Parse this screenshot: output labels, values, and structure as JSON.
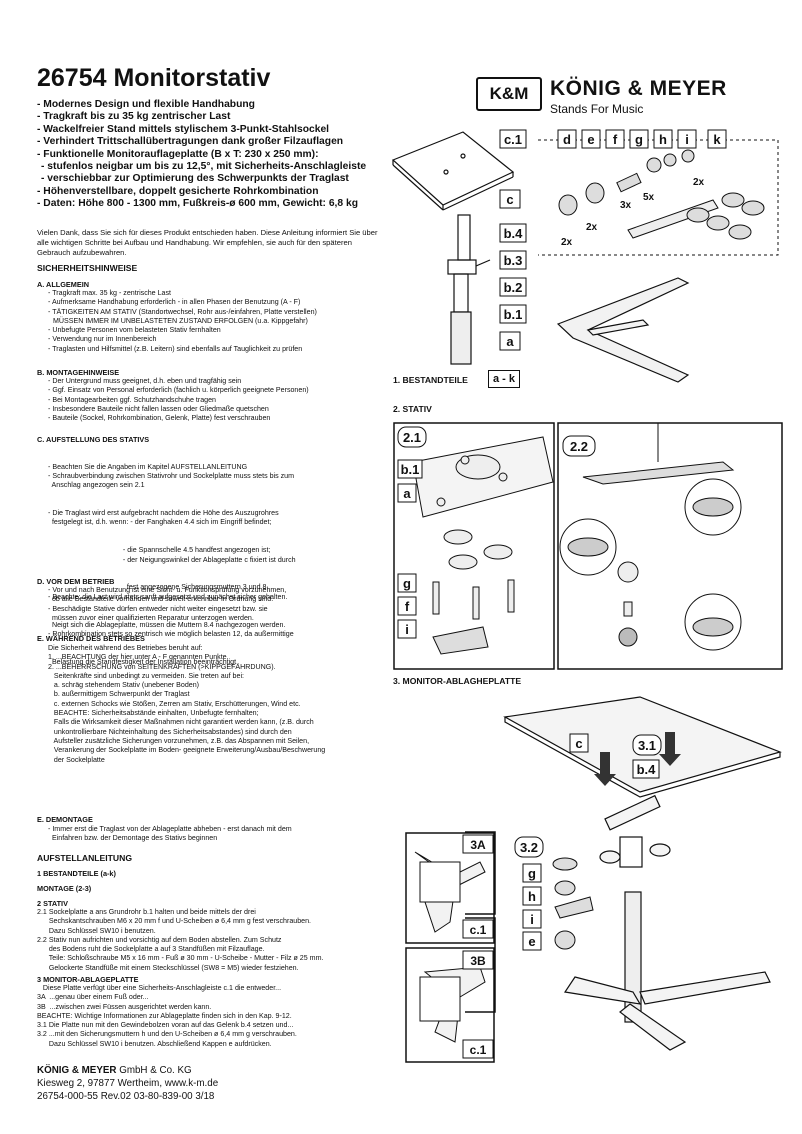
{
  "title": "26754 Monitorstativ",
  "brand": {
    "badge": "K&M",
    "name": "KÖNIG & MEYER",
    "tagline": "Stands For Music"
  },
  "features": [
    "- Modernes Design und flexible Handhabung",
    "- Tragkraft bis zu 35 kg zentrischer Last",
    "- Wackelfreier Stand mittels stylischem 3-Punkt-Stahlsockel",
    "- Verhindert Trittschallübertragungen dank großer Filzauflagen",
    "- Funktionelle Monitorauflageplatte (B x T: 230 x 250 mm):",
    "  - stufenlos neigbar um bis zu 12,5°, mit Sicherheits-Anschlagleiste",
    "  - verschiebbar zur Optimierung des Schwerpunkts der Traglast",
    "- Höhenverstellbare, doppelt gesicherte Rohrkombination",
    "- Daten: Höhe 800 - 1300 mm, Fußkreis-ø 600 mm, Gewicht: 6,8 kg"
  ],
  "intro": "Vielen Dank, dass Sie sich für dieses Produkt entschieden haben. Diese Anleitung informiert Sie über alle wichtigen Schritte bei Aufbau und Handhabung. Wir empfehlen, sie auch für den späteren Gebrauch aufzubewahren.",
  "safety": {
    "heading": "SICHERHEITSHINWEISE",
    "a_title": "A. ALLGEMEIN",
    "a_lines": [
      "- Tragkraft max. 35 kg - zentrische Last",
      "- Aufmerksame Handhabung erforderlich - in allen Phasen der Benutzung (A - F)",
      "- TÄTIGKEITEN AM STATIV (Standortwechsel, Rohr aus-/einfahren, Platte verstellen)",
      "  MÜSSEN IMMER IM UNBELASTETEN ZUSTAND ERFOLGEN (u.a. Kippgefahr)",
      "- Unbefugte Personen vom belasteten Stativ fernhalten",
      "- Verwendung nur im Innenbereich",
      "- Traglasten und Hilfsmittel (z.B. Leitern) sind ebenfalls auf Tauglichkeit zu prüfen"
    ],
    "b_title": "B. MONTAGEHINWEISE",
    "b_lines": [
      "- Der Untergrund muss geeignet, d.h. eben und tragfähig sein",
      "- Ggf. Einsatz von Personal erforderlich (fachlich u. körperlich geeignete Personen)",
      "- Bei Montagearbeiten ggf. Schutzhandschuhe tragen",
      "- Insbesondere Bauteile nicht fallen lassen oder Gliedmaße quetschen",
      "- Bauteile (Sockel, Rohrkombination, Gelenk, Platte) fest verschrauben"
    ],
    "c_title": "C. AUFSTELLUNG DES STATIVS",
    "c_lines": [
      "- Beachten Sie die Angaben im Kapitel AUFSTELLANLEITUNG",
      "- Schraubverbindung zwischen Stativrohr und Sockelplatte muss stets bis zum",
      "  Anschlag angezogen sein 2.1",
      "- Die Traglast wird erst aufgebracht nachdem die Höhe des Auszugrohres",
      "  festgelegt ist, d.h. wenn: - der Fanghaken 4.4 sich im Eingriff befindet;",
      "                                      - die Spannschelle 4.5 handfest angezogen ist;",
      "                                      - der Neigungswinkel der Ablageplatte c fixiert ist durch",
      "                                        fest angezogene Sicherungsmuttern 3 und 8",
      "- Beachte: die Last wird stets sanft aufgesetzt und zunächst sicher gehalten.",
      "  Neigt sich die Ablageplatte, müssen die Muttern 8.4 nachgezogen werden.",
      "- Rohrkombination stets so zentrisch wie möglich belasten 12, da außermittige",
      "  Belastung die Standfestigkeit der Installation beeinträchtigt"
    ],
    "d_title": "D. VOR DEM BETRIEB",
    "d_lines": [
      "- Vor und nach Benutzung ist eine Sicht- u. Funktionsprüfung vorzunehmen,",
      "  ob alle Bestandteile vorhanden und soweit erkennbar in Ordnung sind.",
      "- Beschädigte Stative dürfen entweder nicht weiter eingesetzt bzw. sie",
      "  müssen zuvor einer qualifizierten Reparatur unterzogen werden."
    ],
    "e_title": "E. WÄHREND DES BETRIEBES",
    "e_lines": [
      "Die Sicherheit während des Betriebes beruht auf:",
      "1. ...BEACHTUNG der hier unter A - F genannten Punkte.",
      "2. ...BEHERRSCHUNG von SEITENKRÄFTEN (>KIPPGEFÄHRDUNG).",
      "   Seitenkräfte sind unbedingt zu vermeiden. Sie treten auf bei:",
      "   a. schräg stehendem Stativ (unebener Boden)",
      "   b. außermittigem Schwerpunkt der Traglast",
      "   c. externen Schocks wie Stößen, Zerren am Stativ, Erschütterungen, Wind etc.",
      "   BEACHTE: Sicherheitsabstände einhalten, Unbefugte fernhalten;",
      "   Falls die Wirksamkeit dieser Maßnahmen nicht garantiert werden kann, (z.B. durch",
      "   unkontrollierbare Nichteinhaltung des Sicherheitsabstandes) sind durch den",
      "   Aufsteller zusätzliche Sicherungen vorzunehmen, z.B. das Abspannen mit Seilen,",
      "   Verankerung der Sockelplatte im Boden- geeignete Erweiterung/Ausbau/Beschwerung",
      "   der Sockelplatte"
    ],
    "f_title": "E. DEMONTAGE",
    "f_lines": [
      "- Immer erst die Traglast von der Ablageplatte abheben - erst danach mit dem",
      "  Einfahren bzw. der Demontage des Stativs beginnen"
    ]
  },
  "assembly": {
    "heading": "AUFSTELLANLEITUNG",
    "s1": "1 BESTANDTEILE (a-k)",
    "s_montage": "MONTAGE (2-3)",
    "s2": "2 STATIV",
    "s2_lines": [
      "2.1 Sockelplatte a ans Grundrohr b.1 halten und beide mittels der drei",
      "      Sechskantschrauben M6 x 20 mm f und U-Scheiben ø 6,4 mm g fest verschrauben.",
      "      Dazu Schlüssel SW10 i benutzen.",
      "2.2 Stativ nun aufrichten und vorsichtig auf dem Boden abstellen. Zum Schutz",
      "      des Bodens ruht die Sockelplatte a auf 3 Standfüßen mit Filzauflage.",
      "      Teile: Schloßschraube M5 x 16 mm - Fuß ø 30 mm - U-Scheibe - Mutter - Filz ø 25 mm.",
      "      Gelockerte Standfüße mit einem Steckschlüssel (SW8 = M5) wieder festziehen."
    ],
    "s3": "3 MONITOR-ABLAGEPLATTE",
    "s3_lines": [
      "   Diese Platte verfügt über eine Sicherheits-Anschlagleiste c.1 die entweder...",
      "3A  ...genau über einem Fuß oder...",
      "3B  ...zwischen zwei Füssen ausgerichtet werden kann.",
      "BEACHTE: Wichtige Informationen zur Ablageplatte finden sich in den Kap. 9-12.",
      "3.1 Die Platte nun mit den Gewindebolzen voran auf das Gelenk b.4 setzen und...",
      "3.2 ...mit den Sicherungsmuttern h und den U-Scheiben ø 6,4 mm g verschrauben.",
      "      Dazu Schlüssel SW10 i benutzen. Abschließend Kappen e aufdrücken."
    ]
  },
  "footer": {
    "company_bold": "KÖNIG & MEYER",
    "company_rest": " GmbH & Co. KG",
    "address": "Kiesweg 2, 97877 Wertheim, www.k-m.de",
    "docinfo": "26754-000-55  Rev.02  03-80-839-00  3/18"
  },
  "figures": {
    "caption1": "1. BESTANDTEILE",
    "caption1_badge": "a - k",
    "caption2": "2. STATIV",
    "caption3": "3. MONITOR-ABLAGHEPLATTE",
    "part_labels": [
      "c.1",
      "c",
      "b.4",
      "b.3",
      "b.2",
      "b.1",
      "a",
      "d",
      "e",
      "f",
      "g",
      "h",
      "i",
      "k"
    ],
    "qty": [
      "3x",
      "5x",
      "2x",
      "2x",
      "2x"
    ],
    "fig2_labels": [
      "2.1",
      "b.1",
      "a",
      "g",
      "f",
      "i",
      "2.2"
    ],
    "fig3_labels": [
      "c",
      "3.1",
      "b.4",
      "3.2",
      "g",
      "h",
      "i",
      "e",
      "3A",
      "c.1",
      "3B",
      "c.1"
    ]
  }
}
